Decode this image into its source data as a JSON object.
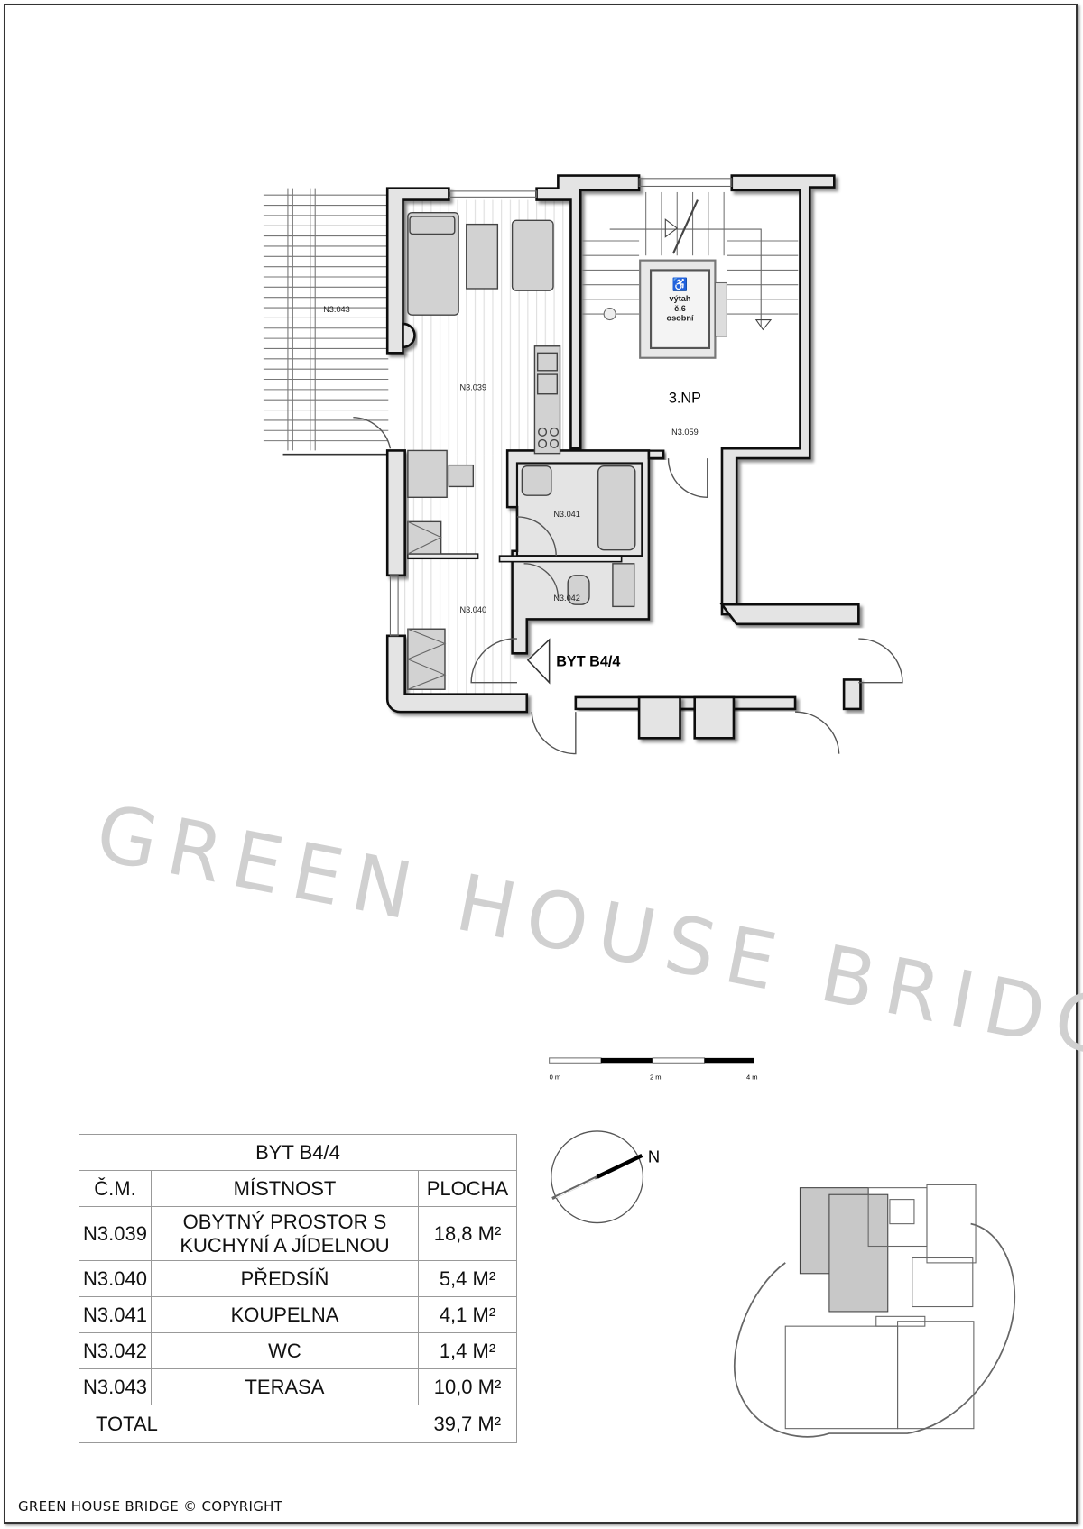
{
  "plan": {
    "rooms": {
      "terrace": "N3.043",
      "living": "N3.039",
      "hall": "N3.040",
      "bathroom": "N3.041",
      "wc": "N3.042",
      "stair_hall": "N3.059"
    },
    "floor_label": "3.NP",
    "apartment_label": "BYT B4/4",
    "elevator": {
      "line1": "výtah",
      "line2": "č.6",
      "line3": "osobní"
    },
    "watermark": "GREEN HOUSE BRIDGE ©"
  },
  "scale_bar": {
    "labels": [
      "0 m",
      "2 m",
      "4 m"
    ]
  },
  "compass": {
    "north": "N"
  },
  "table": {
    "title": "BYT  B4/4",
    "headers": [
      "Č.M.",
      "MÍSTNOST",
      "PLOCHA"
    ],
    "rows": [
      {
        "id": "N3.039",
        "name_line1": "OBYTNÝ PROSTOR S",
        "name_line2": "KUCHYNÍ A JÍDELNOU",
        "area": "18,8 M²"
      },
      {
        "id": "N3.040",
        "name_line1": "PŘEDSÍŇ",
        "area": "5,4 M²"
      },
      {
        "id": "N3.041",
        "name_line1": "KOUPELNA",
        "area": "4,1 M²"
      },
      {
        "id": "N3.042",
        "name_line1": "WC",
        "area": "1,4 M²"
      },
      {
        "id": "N3.043",
        "name_line1": "TERASA",
        "area": "10,0 M²"
      }
    ],
    "total_label": "TOTAL",
    "total_area": "39,7 M²"
  },
  "footer": "GREEN HOUSE BRIDGE  © COPYRIGHT",
  "colors": {
    "wall_fill": "#e4e4e4",
    "wet_floor": "#ccd0de",
    "highlight": "#c8c8c8"
  }
}
